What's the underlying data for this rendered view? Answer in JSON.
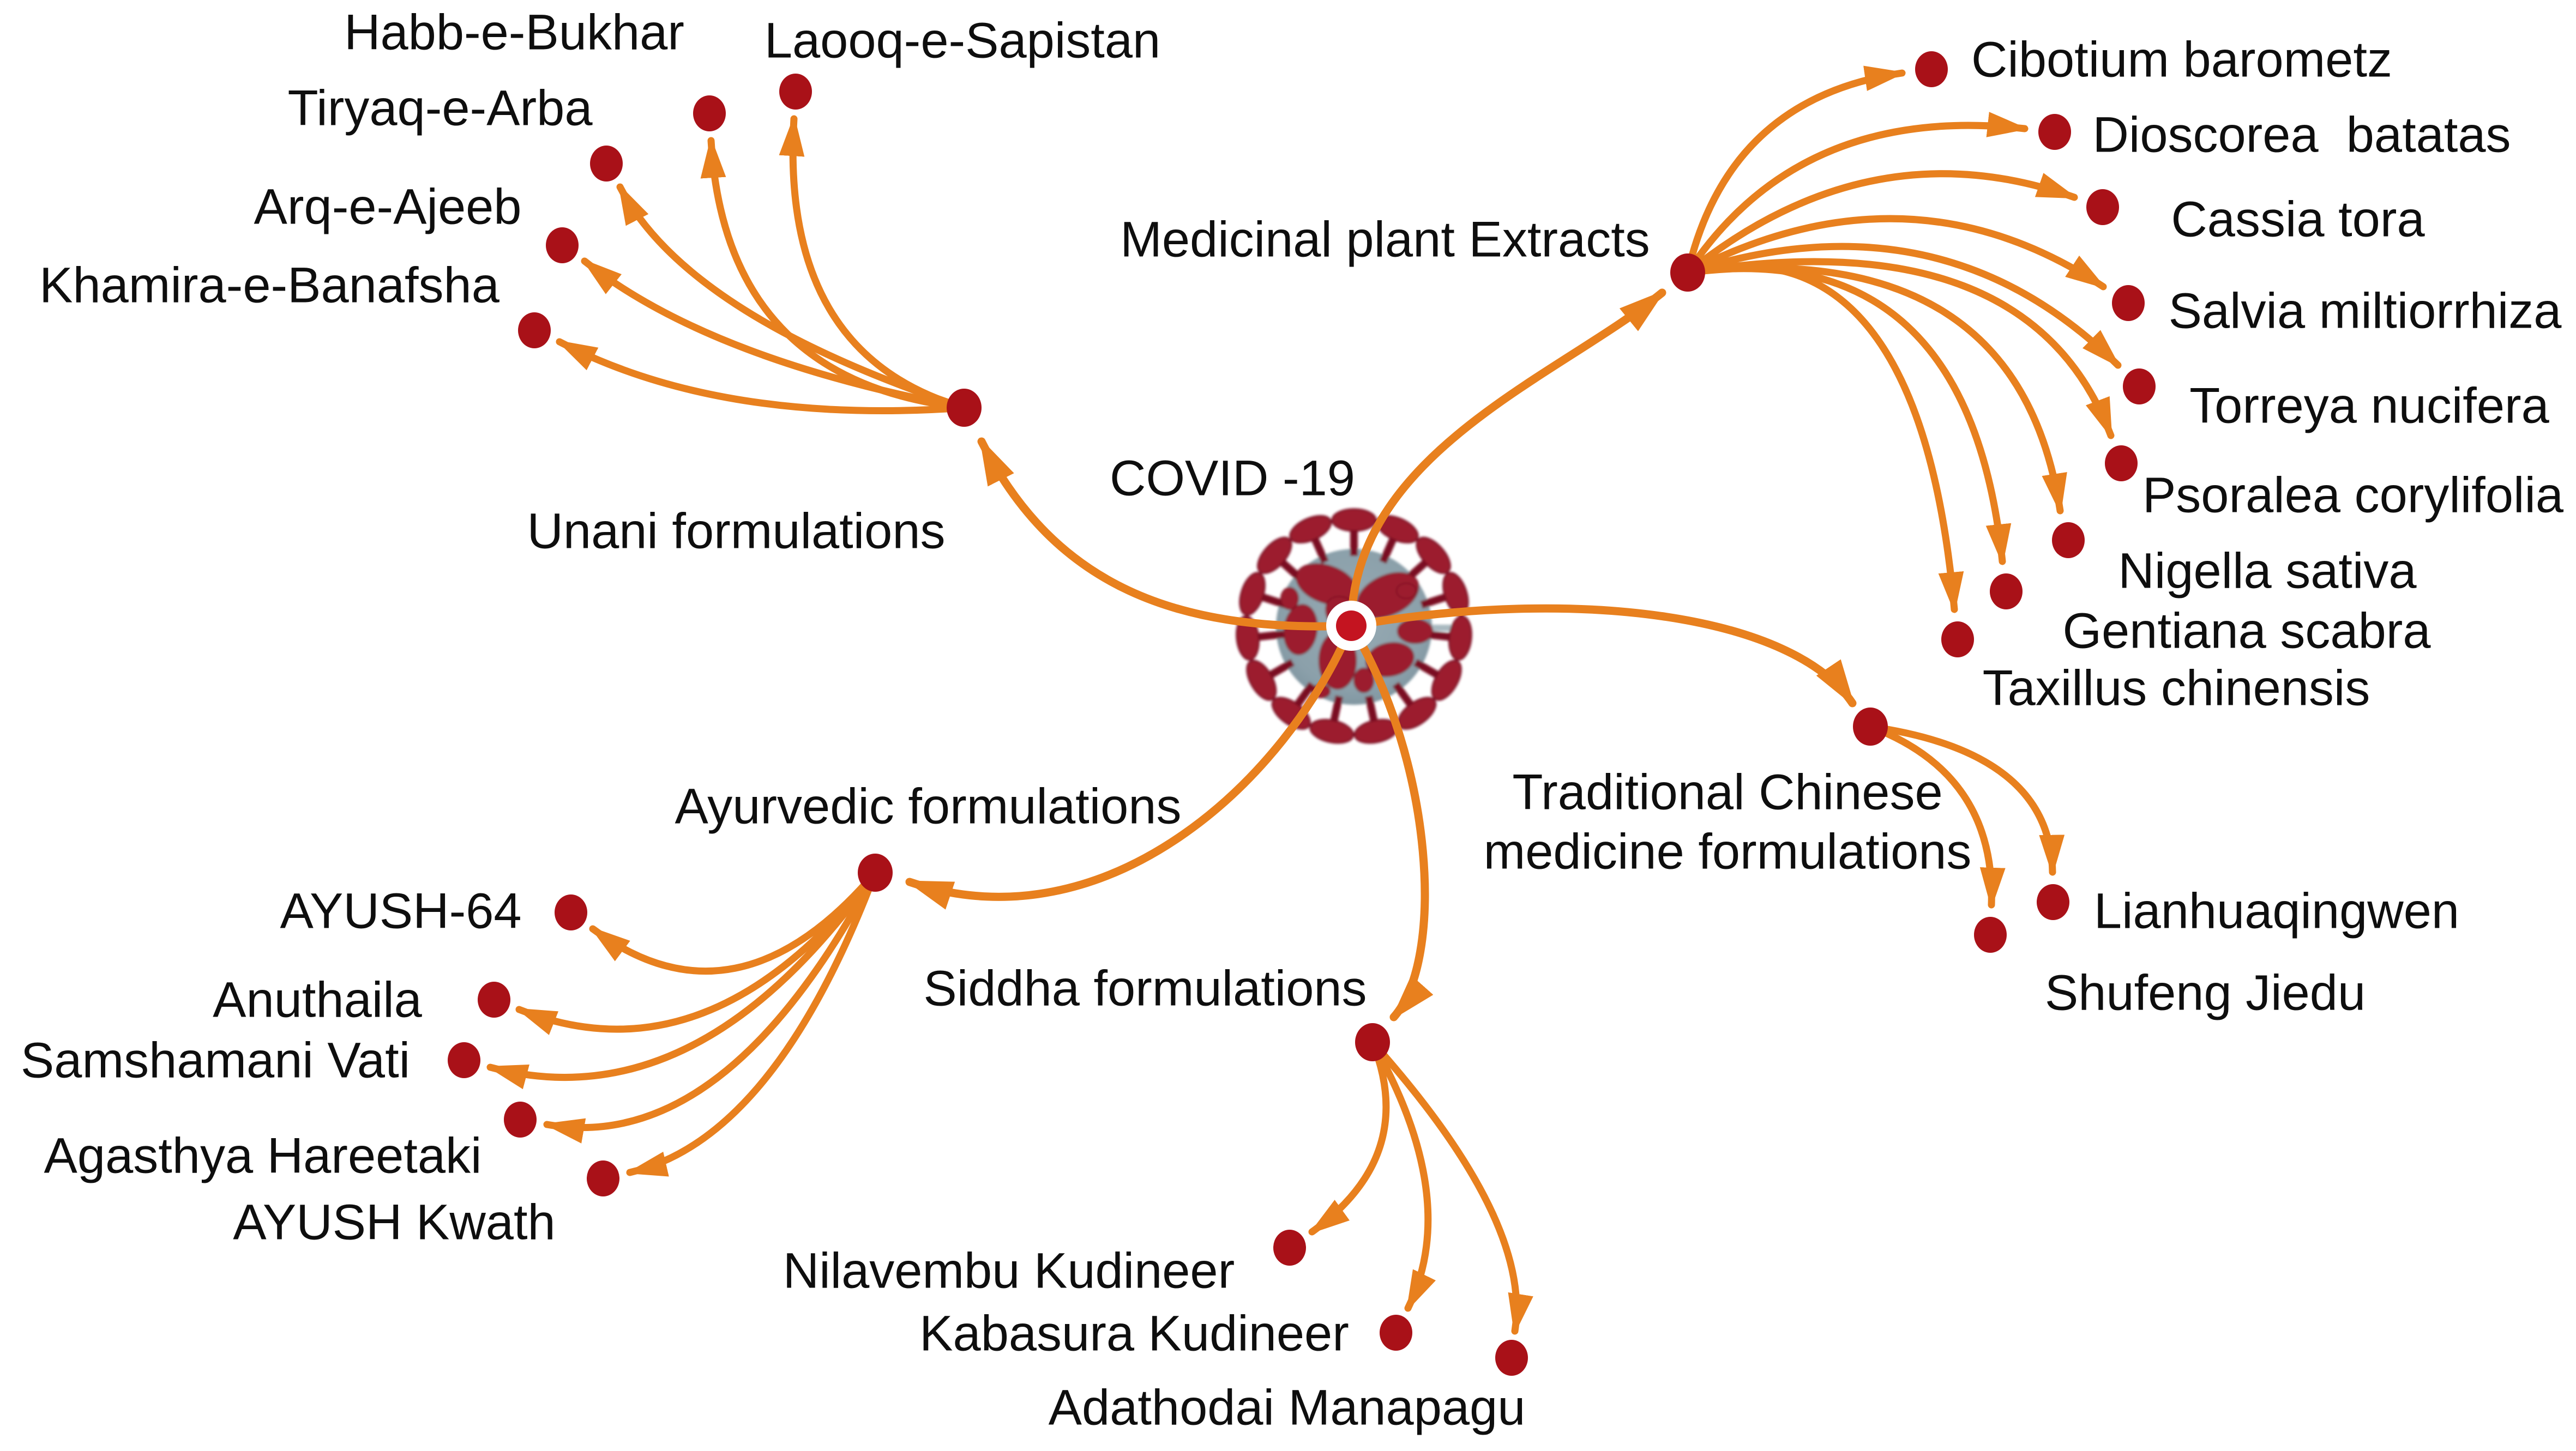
{
  "figure": {
    "center_label": "COVID -19",
    "center_icon": "coronavirus",
    "branches": {
      "unani": {
        "label": "Unani formulations",
        "items": [
          "Habb-e-Bukhar",
          "Laooq-e-Sapistan",
          "Tiryaq-e-Arba",
          "Arq-e-Ajeeb",
          "Khamira-e-Banafsha"
        ]
      },
      "plant_extracts": {
        "label": "Medicinal plant Extracts",
        "items": [
          "Cibotium barometz",
          "Dioscorea  batatas",
          "Cassia tora",
          "Salvia miltiorrhiza",
          "Torreya nucifera",
          "Psoralea corylifolia",
          "Nigella sativa",
          "Gentiana scabra",
          "Taxillus chinensis"
        ]
      },
      "tcm": {
        "label_line1": "Traditional Chinese",
        "label_line2": "medicine formulations",
        "items": [
          "Lianhuaqingwen",
          "Shufeng Jiedu"
        ]
      },
      "ayurvedic": {
        "label": "Ayurvedic formulations",
        "items": [
          "AYUSH-64",
          "Anuthaila",
          "Samshamani Vati",
          "Agasthya Hareetaki",
          "AYUSH Kwath"
        ]
      },
      "siddha": {
        "label": "Siddha formulations",
        "items": [
          "Nilavembu Kudineer",
          "Kabasura Kudineer",
          "Adathodai Manapagu"
        ]
      }
    },
    "colors": {
      "arrow": "#E8801E",
      "node": "#A91118",
      "center_dot": "#C41420",
      "text": "#0E0E0E",
      "virus_body": "#8BA0AA",
      "virus_spike": "#9C1B2E",
      "background": "#FFFFFF"
    }
  }
}
